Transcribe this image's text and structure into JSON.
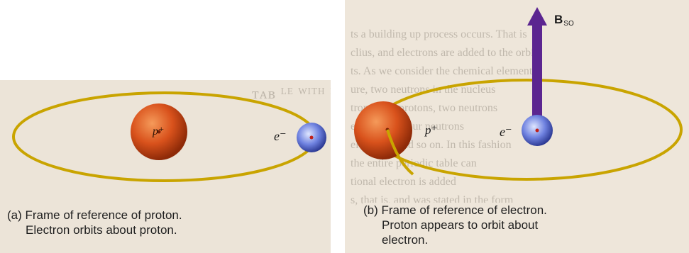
{
  "panel_a": {
    "proton_label": "p⁺",
    "electron_label": "e⁻",
    "caption_line1": "(a) Frame of reference of proton.",
    "caption_line2": "Electron orbits about proton."
  },
  "panel_b": {
    "proton_label": "p⁺",
    "electron_label": "e⁻",
    "field_label_main": "B",
    "field_label_sub": "SO",
    "caption_line1": "(b) Frame of reference of electron.",
    "caption_line2": "Proton appears to orbit about",
    "caption_line3": "electron."
  },
  "colors": {
    "orbit": "#c9a400",
    "proton": "#d9521c",
    "electron": "#4a5fc8",
    "field_arrow": "#5b2590"
  }
}
